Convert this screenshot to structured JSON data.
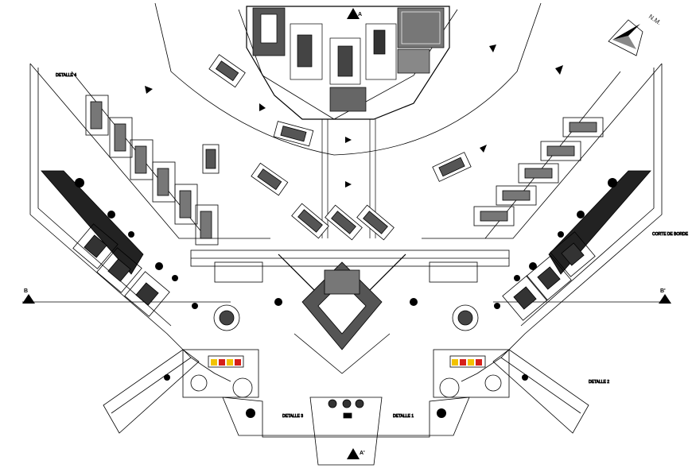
{
  "drawing": {
    "north_label": "N.M.",
    "section_a_label": "A",
    "section_a2_label": "A'",
    "section_b_label": "B",
    "section_b2_label": "B'",
    "detail_1_label": "DETALLE 1",
    "detail_2_label": "DETALLE 2",
    "detail_3_label": "DETALLE 3",
    "detail_4_label": "DETALLE 4",
    "corte_label": "CORTE DE BORDE"
  },
  "colors": {
    "ink": "#000000",
    "paper": "#ffffff",
    "accent_yellow": "#f2c200",
    "accent_red": "#d6201a"
  }
}
